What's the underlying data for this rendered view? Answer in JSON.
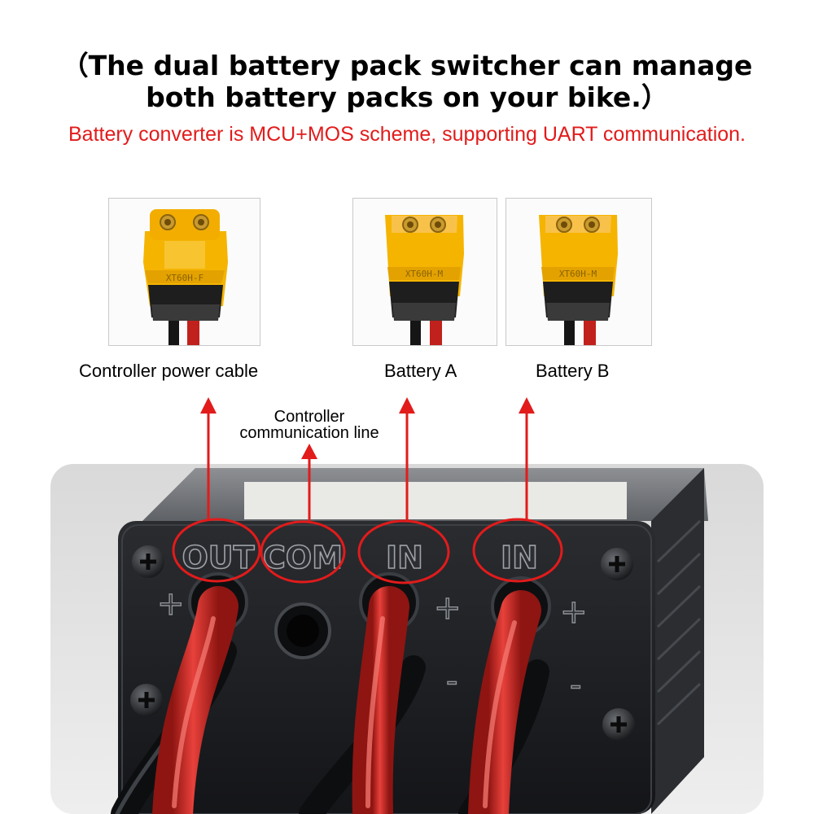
{
  "title": {
    "line1": "（The dual battery pack switcher can manage",
    "line2": "both battery packs on your bike.）"
  },
  "subtitle": "Battery converter is MCU+MOS scheme, supporting UART communication.",
  "connectors": [
    {
      "caption": "Controller power cable",
      "plug_text": "XT60H-F",
      "icon": "xt60-female-connector"
    },
    {
      "caption": "Battery  A",
      "plug_text": "XT60H-M",
      "icon": "xt60-male-connector"
    },
    {
      "caption": "Battery  B",
      "plug_text": "XT60H-M",
      "icon": "xt60-male-connector"
    }
  ],
  "communication_label": {
    "line1": "Controller",
    "line2": "communication line"
  },
  "device": {
    "ports": [
      "OUT",
      "COM",
      "IN",
      "IN"
    ],
    "polarity_plus": "+",
    "polarity_minus": "-"
  },
  "colors": {
    "annotation_red": "#e21b1b",
    "connector_yellow": "#f5b400",
    "cable_red": "#c8201e",
    "housing_dark": "#1e2024",
    "background": "#ffffff"
  }
}
